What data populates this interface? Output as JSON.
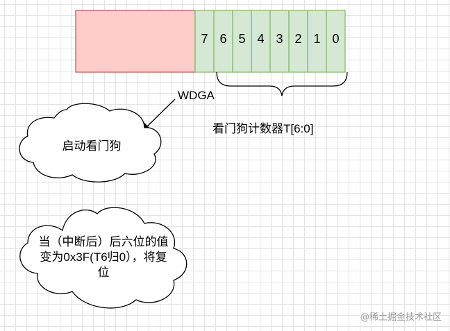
{
  "register": {
    "bits": [
      "7",
      "6",
      "5",
      "4",
      "3",
      "2",
      "1",
      "0"
    ]
  },
  "labels": {
    "wdga": "WDGA",
    "counter": "看门狗计数器T[6:0]"
  },
  "clouds": {
    "start": "启动看门狗",
    "reset": [
      "当（中断后）后六位的值",
      "变为0x3F(T6归0），将复",
      "位"
    ]
  },
  "watermark": "@稀土掘金技术社区",
  "colors": {
    "reserved_fill": "#ffcccc",
    "reserved_stroke": "#b85450",
    "bit_fill": "#d5e8d4",
    "bit_stroke": "#82b366"
  }
}
